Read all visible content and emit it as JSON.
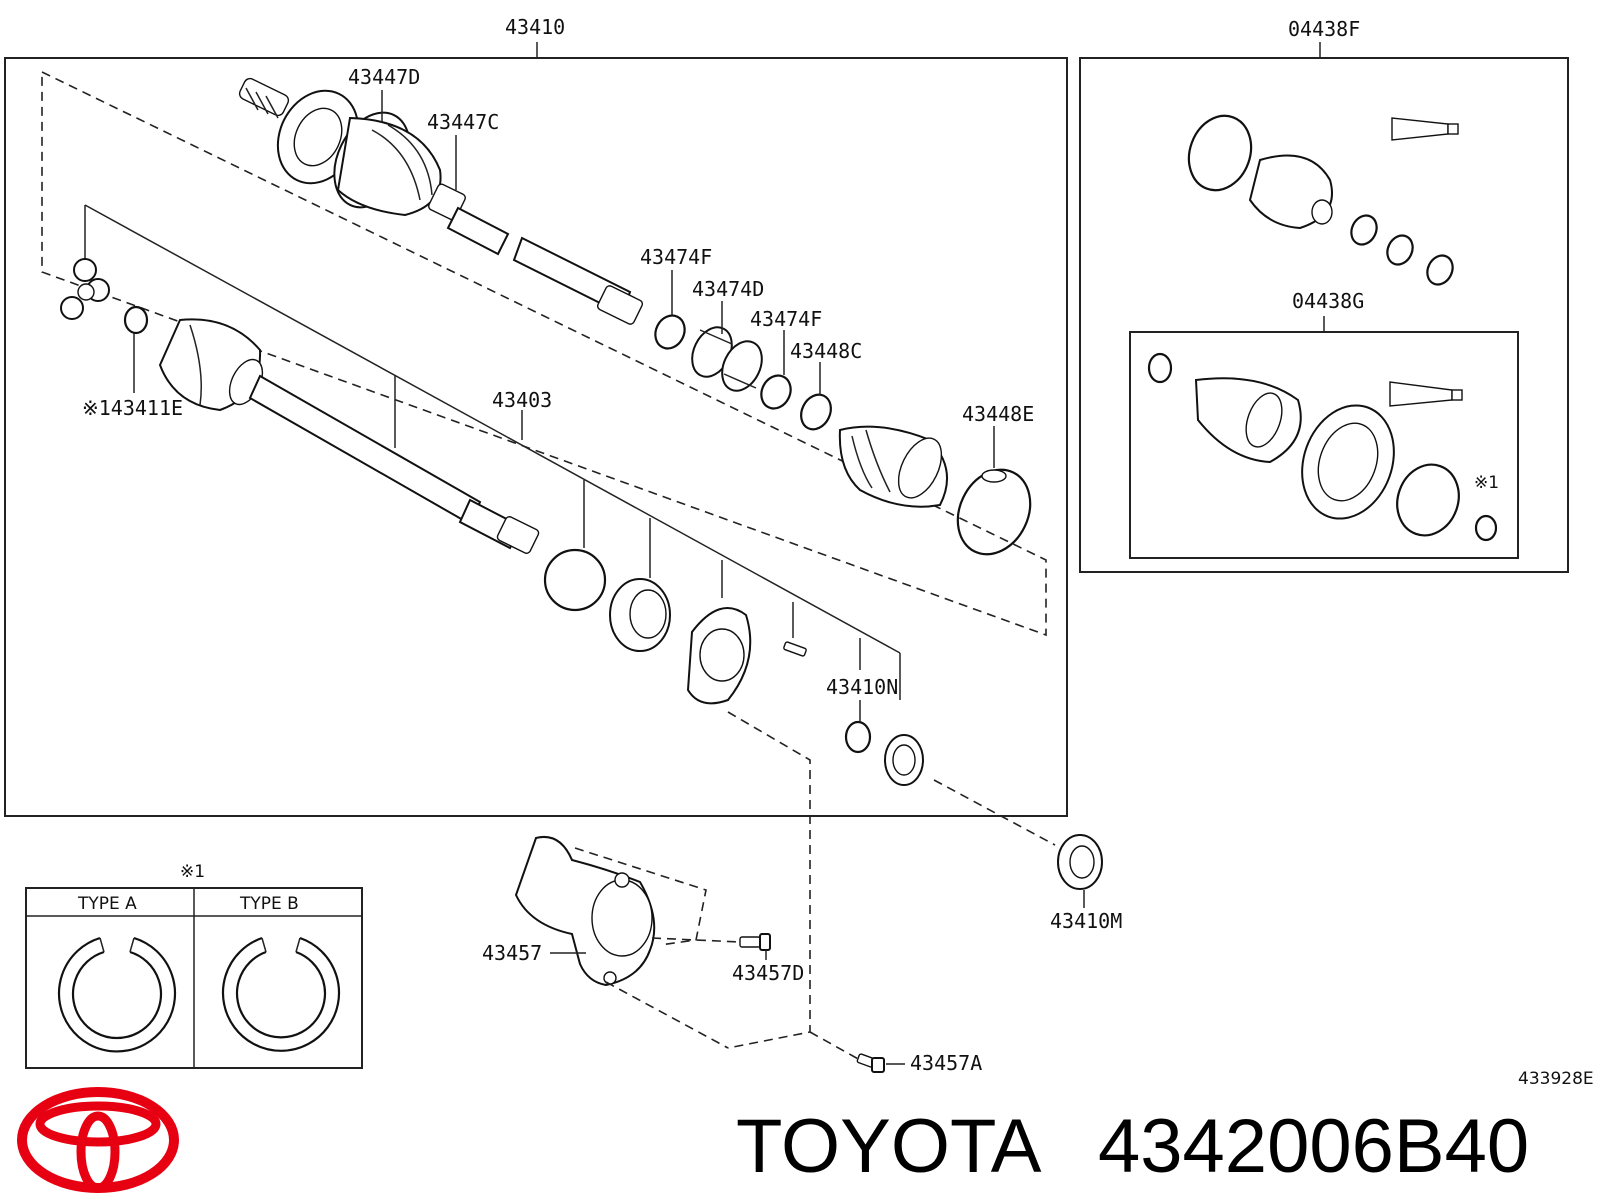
{
  "labels": {
    "assy_main": "43410",
    "assy_kit_f": "04438F",
    "assy_kit_g": "04438G",
    "joint_outer": "43447D",
    "boot_outer": "43447C",
    "clamp_f1": "43474F",
    "damper": "43474D",
    "clamp_f2": "43474F",
    "clamp_c": "43448C",
    "boot_inner": "43448E",
    "inner_shaft": "43403",
    "snap_ring_tripod": "※143411E",
    "snap_ring_n": "43410N",
    "seal_m": "43410M",
    "bracket": "43457",
    "bolt_d": "43457D",
    "bolt_a": "43457A",
    "mark_kit": "※1",
    "diagram_code": "433928E"
  },
  "legend": {
    "mark": "※1",
    "type_a": "TYPE A",
    "type_b": "TYPE B"
  },
  "brand": {
    "name": "TOYOTA",
    "part_number": "4342006B40",
    "logo_color": "#e60012"
  }
}
